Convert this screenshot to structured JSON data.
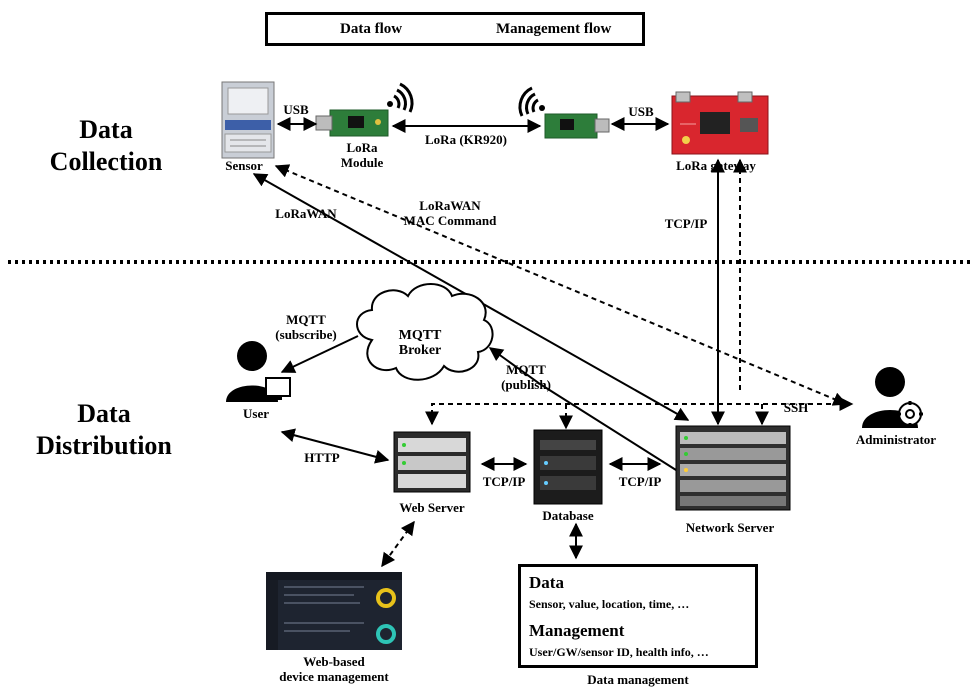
{
  "legend": {
    "data_flow": "Data flow",
    "management_flow": "Management flow"
  },
  "sections": {
    "collection": [
      "Data",
      "Collection"
    ],
    "distribution": [
      "Data",
      "Distribution"
    ]
  },
  "nodes": {
    "sensor": "Sensor",
    "lora_module": [
      "LoRa",
      "Module"
    ],
    "lora_gateway": "LoRa gateway",
    "mqtt_broker": [
      "MQTT",
      "Broker"
    ],
    "user": "User",
    "administrator": "Administrator",
    "web_server": "Web Server",
    "database": "Database",
    "network_server": "Network Server",
    "web_mgmt": [
      "Web-based",
      "device management"
    ]
  },
  "edges": {
    "usb_left": "USB",
    "usb_right": "USB",
    "lora_kr920": "LoRa (KR920)",
    "lorawan": "LoRaWAN",
    "lorawan_mac": [
      "LoRaWAN",
      "MAC Command"
    ],
    "tcpip_gateway": "TCP/IP",
    "mqtt_subscribe": [
      "MQTT",
      "(subscribe)"
    ],
    "mqtt_publish": [
      "MQTT",
      "(publish)"
    ],
    "ssh": "SSH",
    "http": "HTTP",
    "tcpip_web_db": "TCP/IP",
    "tcpip_db_ns": "TCP/IP"
  },
  "data_management": {
    "data_heading": "Data",
    "data_items": "Sensor, value, location, time, …",
    "mgmt_heading": "Management",
    "mgmt_items": "User/GW/sensor ID, health info, …",
    "caption": "Data management"
  },
  "colors": {
    "line": "#000000",
    "gateway_board": "#d9262e",
    "lora_pcb": "#2d7d3a",
    "server_dark": "#2b2b2b",
    "dashboard_bg": "#1e2430",
    "gauge_yellow": "#e8c21a",
    "gauge_teal": "#2ec4b6"
  }
}
